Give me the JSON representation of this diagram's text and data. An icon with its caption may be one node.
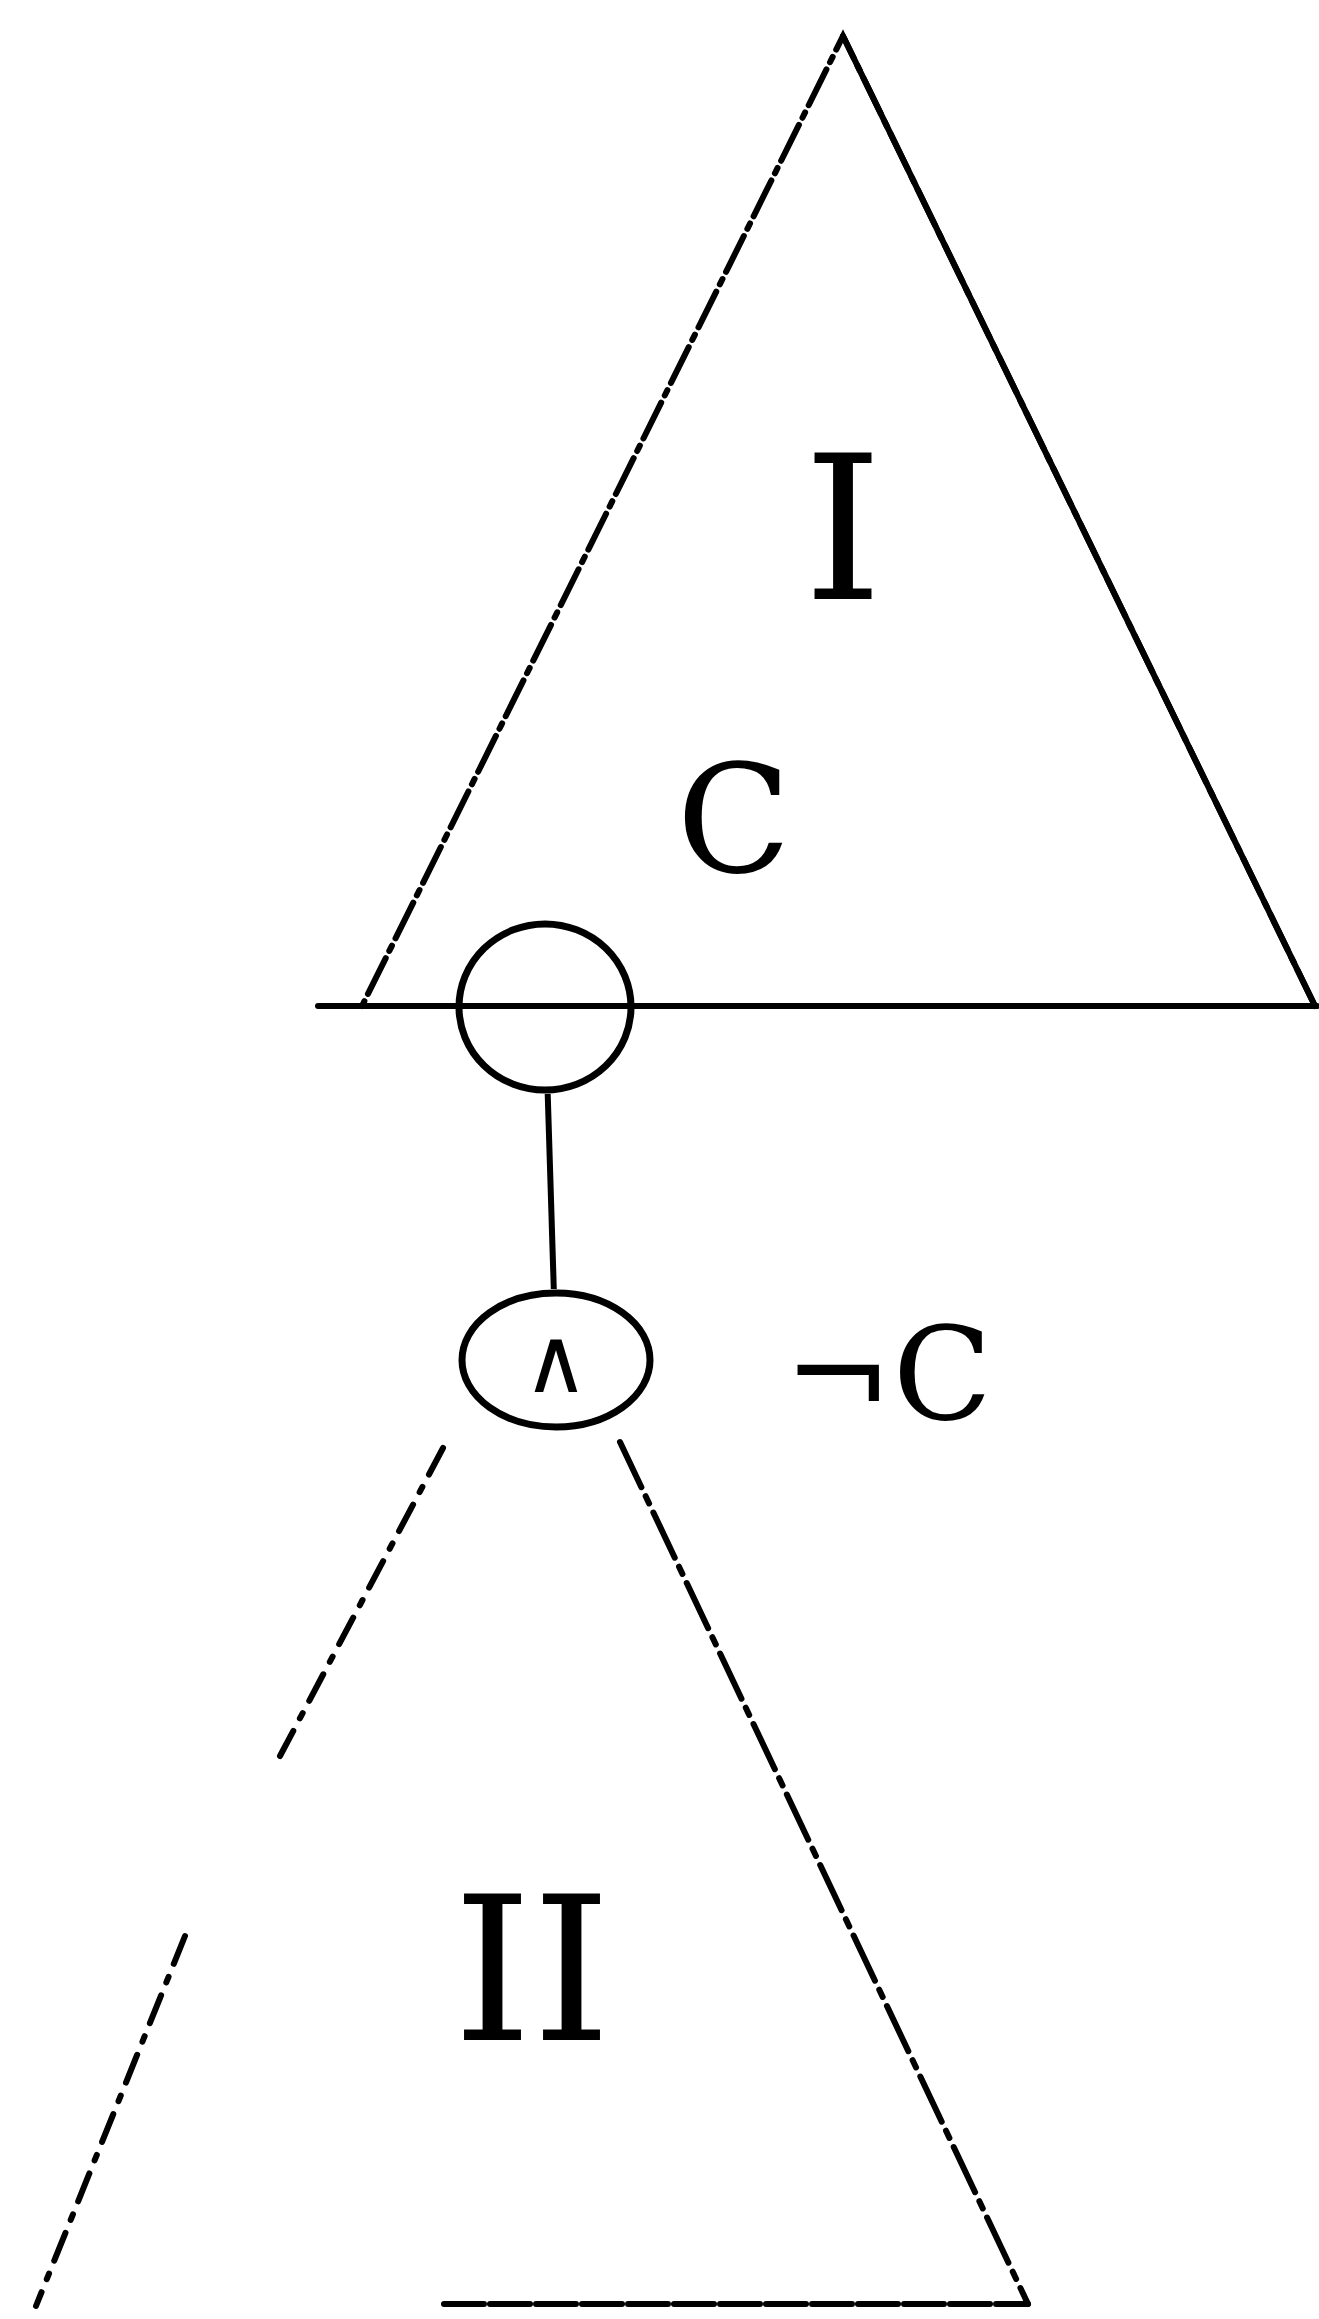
{
  "diagram": {
    "nodes": [
      {
        "text": [
          "I",
          "C"
        ]
      },
      {
        "text": [],
        "shape": "circle"
      },
      {
        "text": [
          "∧"
        ]
      },
      {
        "text": [
          "II"
        ]
      }
    ],
    "edges": [
      {
        "from": 1,
        "to": 2,
        "arrow": "none"
      }
    ],
    "labels": [
      "¬C"
    ]
  }
}
